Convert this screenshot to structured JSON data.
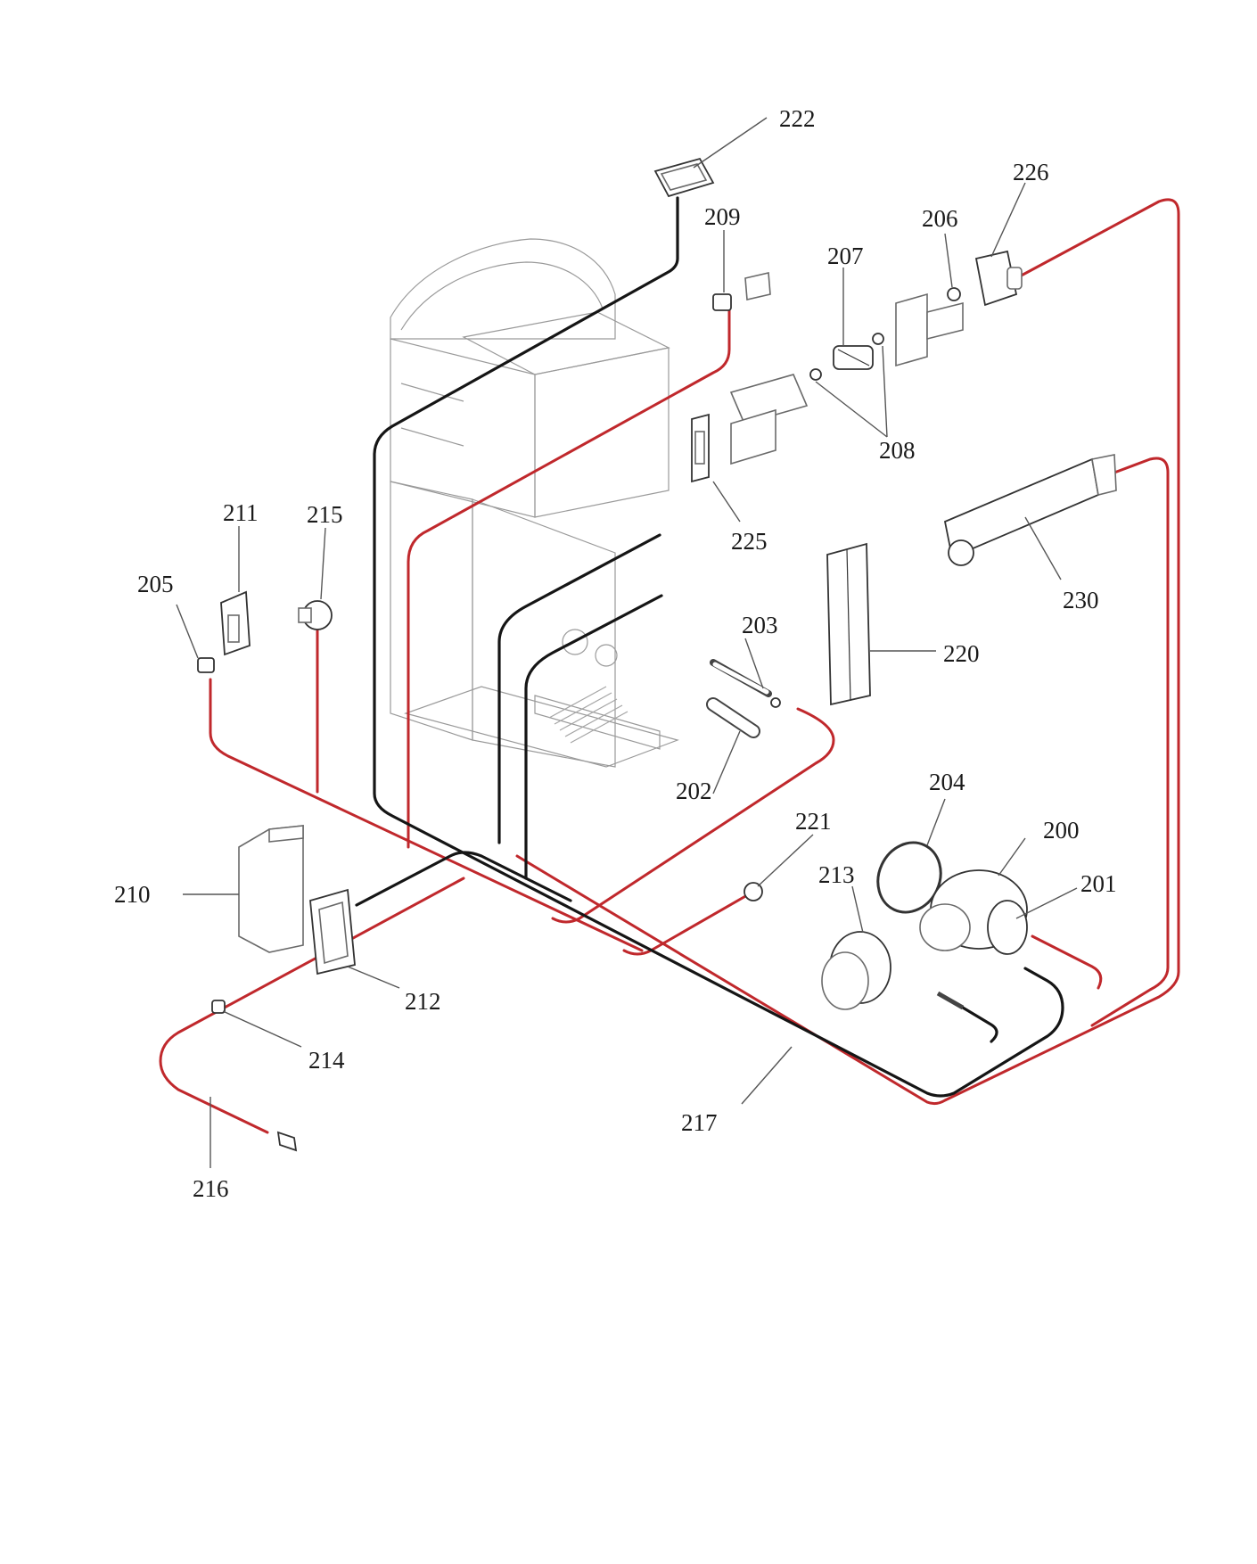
{
  "colors": {
    "wire_red": "#c0282c",
    "wire_black": "#151515",
    "background": "#ffffff"
  },
  "callouts": [
    {
      "id": "222",
      "label": "222"
    },
    {
      "id": "226",
      "label": "226"
    },
    {
      "id": "206",
      "label": "206"
    },
    {
      "id": "209",
      "label": "209"
    },
    {
      "id": "207",
      "label": "207"
    },
    {
      "id": "208",
      "label": "208"
    },
    {
      "id": "225",
      "label": "225"
    },
    {
      "id": "230",
      "label": "230"
    },
    {
      "id": "211",
      "label": "211"
    },
    {
      "id": "215",
      "label": "215"
    },
    {
      "id": "205",
      "label": "205"
    },
    {
      "id": "203",
      "label": "203"
    },
    {
      "id": "220",
      "label": "220"
    },
    {
      "id": "202",
      "label": "202"
    },
    {
      "id": "204",
      "label": "204"
    },
    {
      "id": "221",
      "label": "221"
    },
    {
      "id": "200",
      "label": "200"
    },
    {
      "id": "213",
      "label": "213"
    },
    {
      "id": "201",
      "label": "201"
    },
    {
      "id": "210",
      "label": "210"
    },
    {
      "id": "212",
      "label": "212"
    },
    {
      "id": "214",
      "label": "214"
    },
    {
      "id": "217",
      "label": "217"
    },
    {
      "id": "216",
      "label": "216"
    }
  ]
}
